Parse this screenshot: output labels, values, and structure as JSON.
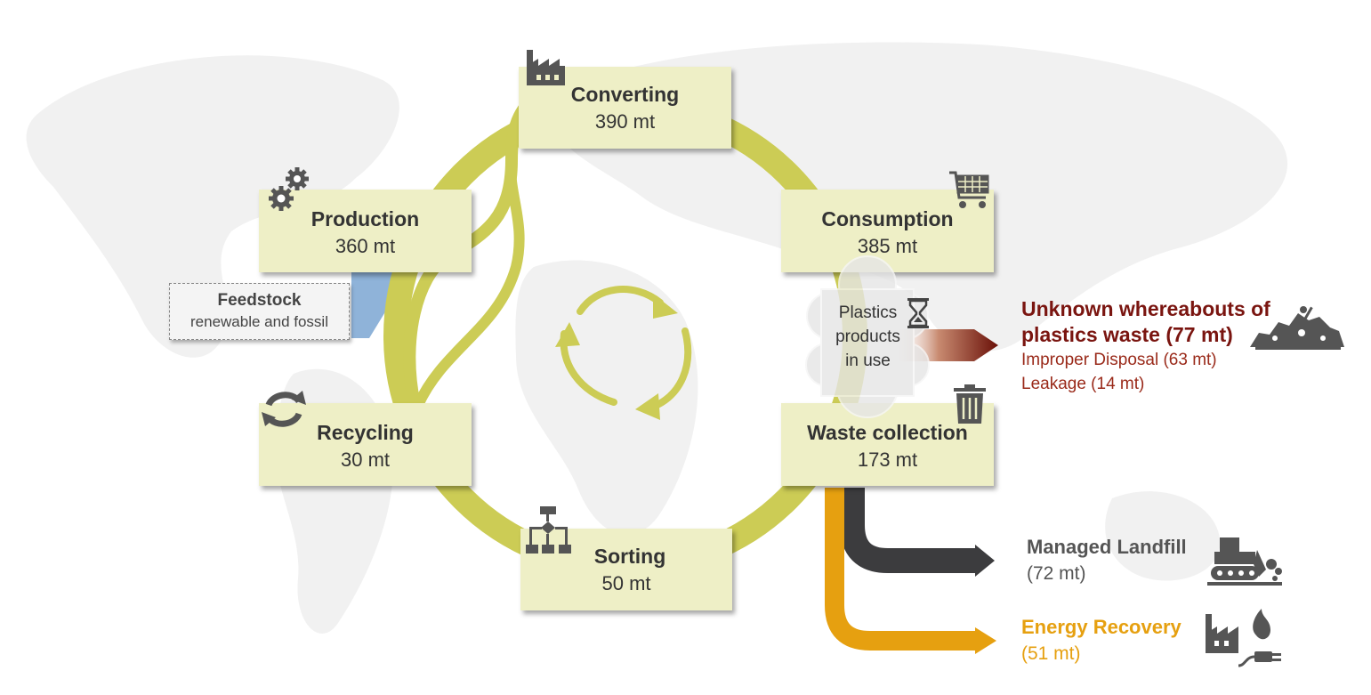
{
  "stages": {
    "converting": {
      "name": "Converting",
      "value": "390 mt"
    },
    "production": {
      "name": "Production",
      "value": "360 mt"
    },
    "consumption": {
      "name": "Consumption",
      "value": "385 mt"
    },
    "recycling": {
      "name": "Recycling",
      "value": "30 mt"
    },
    "waste_collection": {
      "name": "Waste collection",
      "value": "173 mt"
    },
    "sorting": {
      "name": "Sorting",
      "value": "50 mt"
    }
  },
  "feedstock": {
    "title": "Feedstock",
    "subtitle": "renewable and fossil"
  },
  "in_use": {
    "line1": "Plastics",
    "line2": "products",
    "line3": "in use"
  },
  "unknown": {
    "title_line1": "Unknown whereabouts of",
    "title_line2": "plastics waste (77 mt)",
    "line1": "Improper Disposal (63 mt)",
    "line2": "Leakage (14 mt)"
  },
  "landfill": {
    "title": "Managed Landfill",
    "value": "(72 mt)"
  },
  "energy": {
    "title": "Energy Recovery",
    "value": "(51 mt)"
  },
  "colors": {
    "cycle": "#cccc55",
    "box": "#eeefc6",
    "unknown": "#7a1510",
    "unknown_sub": "#9a2a1a",
    "landfill": "#3c3c3e",
    "energy": "#e6a010",
    "feedstock_arrow": "#8fb3d9",
    "icon": "#555555"
  },
  "icons": [
    "factory-icon",
    "gears-icon",
    "cart-icon",
    "hourglass-icon",
    "trash-icon",
    "recycle-icon",
    "sorting-flow-icon",
    "waste-heap-icon",
    "bulldozer-icon",
    "energy-plant-icon"
  ]
}
